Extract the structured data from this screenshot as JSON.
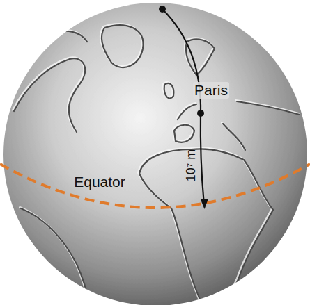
{
  "diagram": {
    "labels": [
      "Equator",
      "Paris",
      "10⁷ m"
    ]
  }
}
